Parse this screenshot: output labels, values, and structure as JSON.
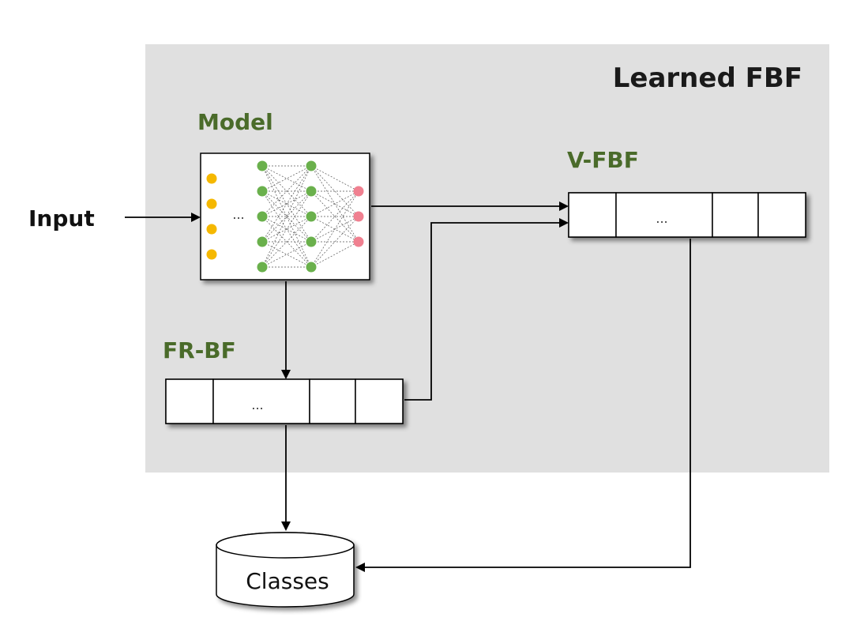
{
  "diagram": {
    "container_label": "Learned FBF",
    "input_label": "Input",
    "model_label": "Model",
    "vfbf_label": "V-FBF",
    "frbf_label": "FR-BF",
    "classes_label": "Classes",
    "ellipsis": "...",
    "nn_ellipsis": "...",
    "colors": {
      "container_bg": "#e0e0e0",
      "label_green": "#4a6b2a",
      "input_node": "#f5b800",
      "hidden_node": "#6ab04c",
      "output_node": "#f08090"
    }
  }
}
